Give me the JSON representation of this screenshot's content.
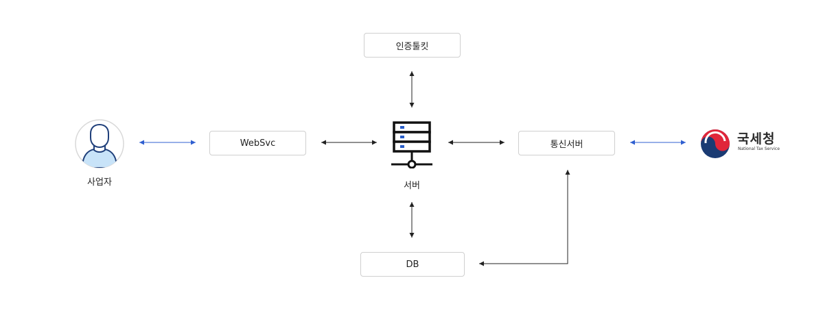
{
  "nodes": {
    "toolkit": "인증툴킷",
    "websvc": "WebSvc",
    "server": "서버",
    "comm_server": "통신서버",
    "db": "DB",
    "user": "사업자"
  },
  "nts_logo": {
    "name_ko": "국세청",
    "name_en": "National Tax Service"
  },
  "colors": {
    "blue_arrow": "#2f5fd0",
    "black_arrow": "#222222",
    "user_fill": "#c8e3f8",
    "user_stroke": "#1f3f7a",
    "server_accent": "#2a5ec9",
    "nts_red": "#e0263a",
    "nts_navy": "#1a3b73"
  }
}
